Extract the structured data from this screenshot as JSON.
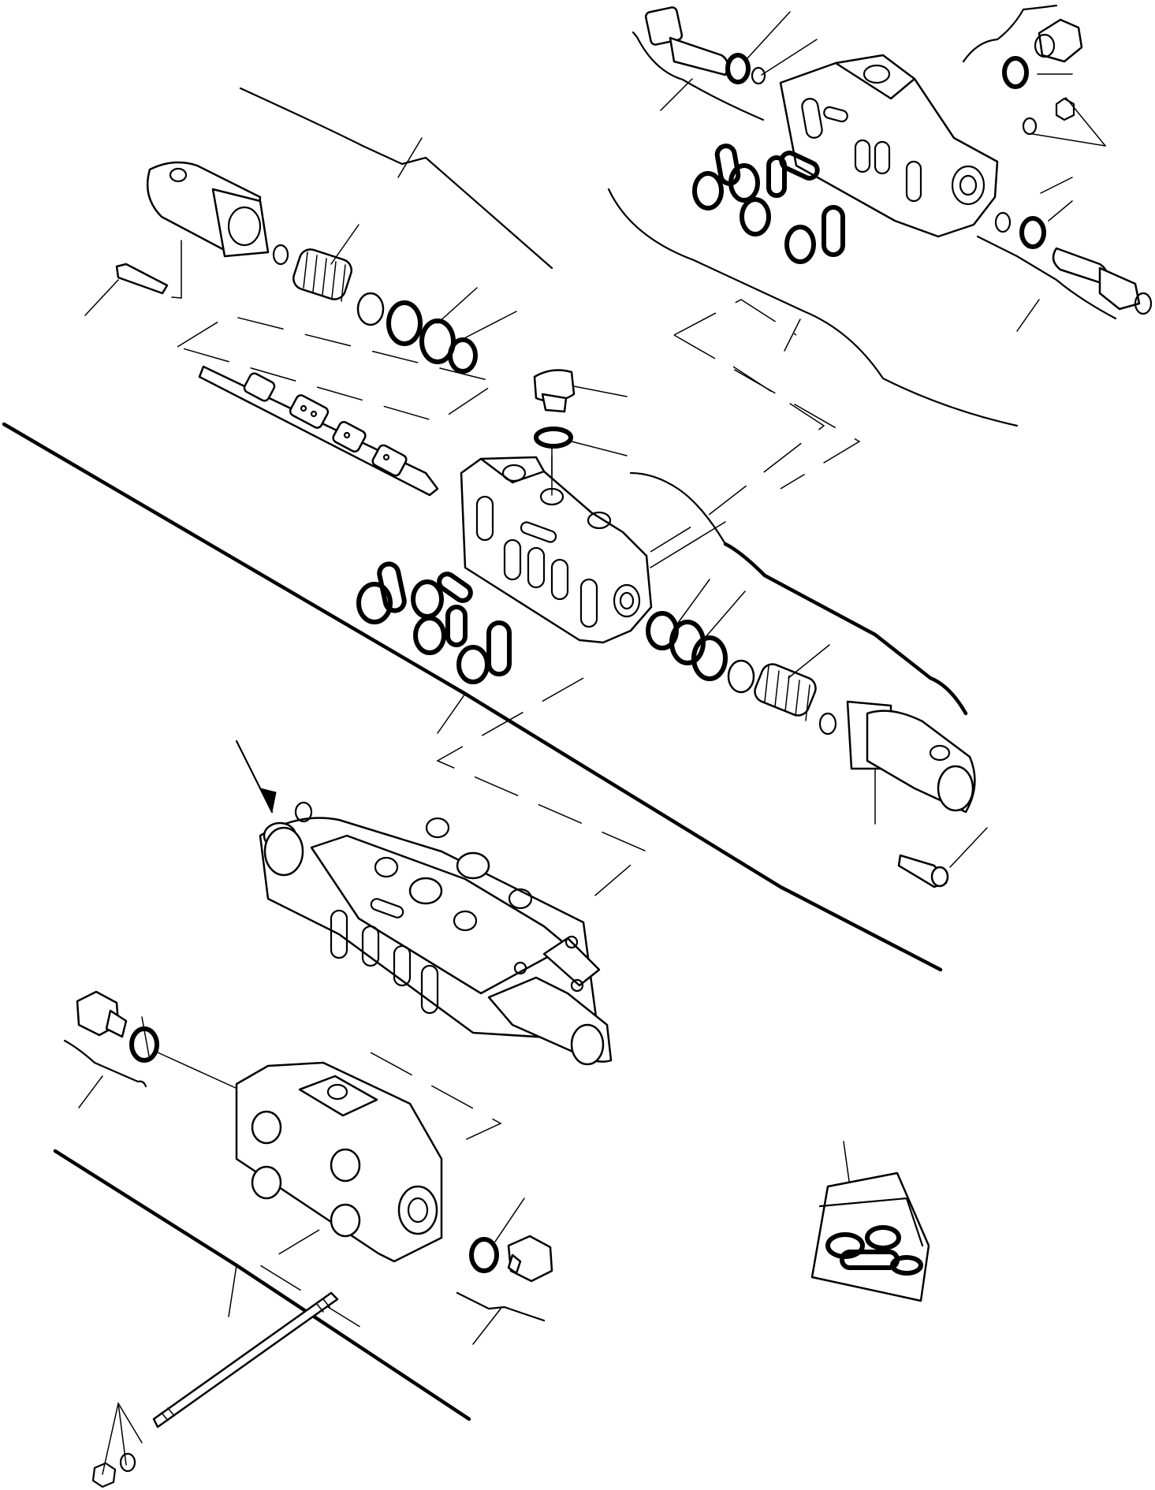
{
  "diagram": {
    "parts": [
      "section-body-exploded",
      "spool",
      "spool-spring-cap-left",
      "spool-spring-cap-right",
      "inlet-cover",
      "outlet-cover",
      "valve-assembly",
      "tie-rod",
      "seal-kit"
    ]
  }
}
